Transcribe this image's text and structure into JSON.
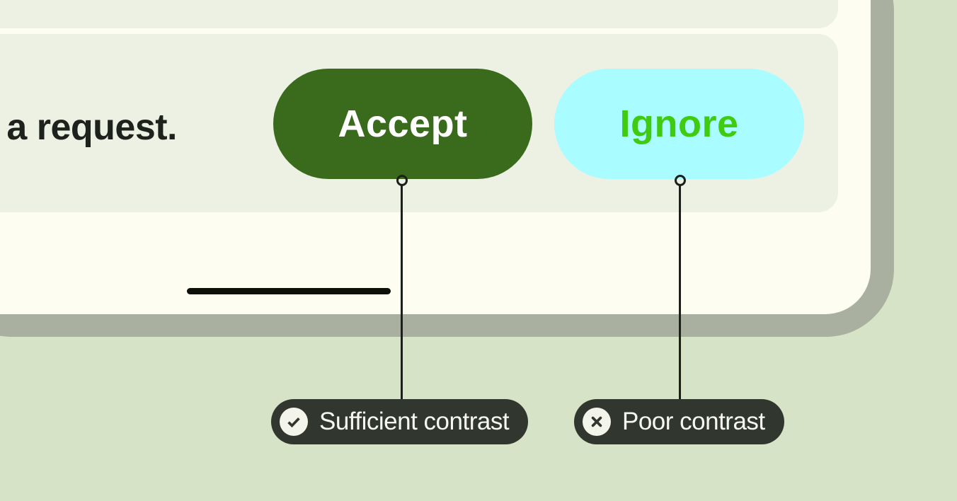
{
  "illustration": {
    "description": "Zoomed UI card showing button color contrast guidance",
    "colors": {
      "page_background": "#d7e3c6",
      "card_outline": "#a9b09f",
      "card_surface": "#fdfdf2",
      "row_panel": "#edf1e4",
      "accept_button_bg": "#3a6b1d",
      "accept_button_text": "#ffffff",
      "ignore_button_bg": "#a9fcff",
      "ignore_button_text": "#3ecb10",
      "callout_bg": "#31362e",
      "callout_text": "#f6f7ee",
      "divider_bar": "#0d0f0b",
      "message_text": "#1e221c"
    }
  },
  "panel": {
    "message": "a request."
  },
  "buttons": {
    "accept": {
      "label": "Accept"
    },
    "ignore": {
      "label": "Ignore"
    }
  },
  "callouts": {
    "sufficient": {
      "label": "Sufficient contrast",
      "icon": "check-icon"
    },
    "poor": {
      "label": "Poor contrast",
      "icon": "x-icon"
    }
  }
}
